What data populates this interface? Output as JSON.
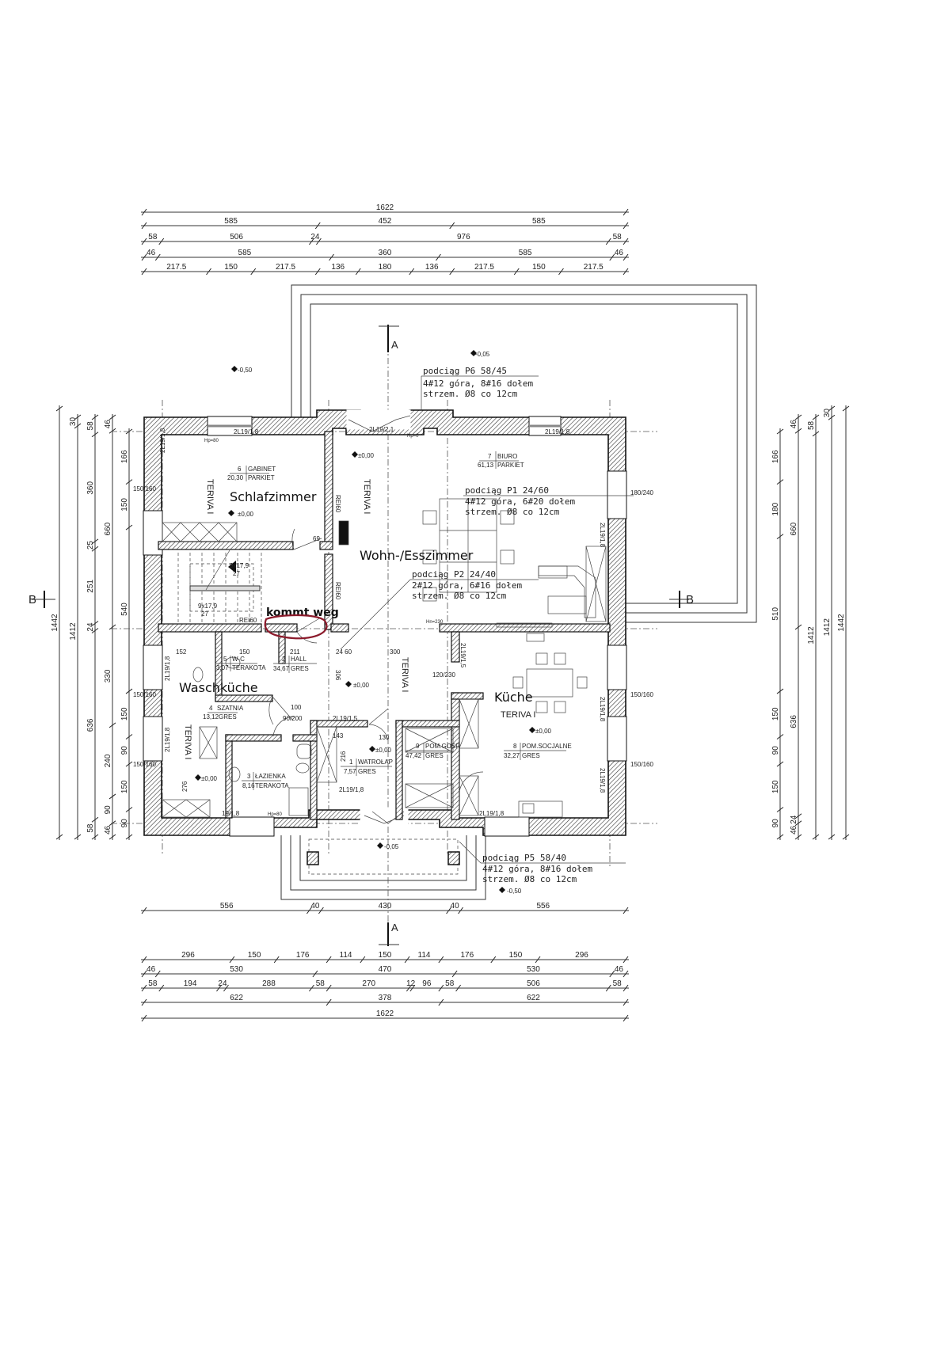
{
  "dimensions": {
    "top_rows": [
      [
        1622
      ],
      [
        585,
        452,
        585
      ],
      [
        58,
        506,
        24,
        976,
        58
      ],
      [
        46,
        585,
        360,
        585,
        46
      ],
      [
        217.5,
        150,
        217.5,
        136,
        180,
        136,
        217.5,
        150,
        217.5
      ]
    ],
    "bottom_rows": [
      [
        556,
        40,
        430,
        40,
        556
      ],
      [
        296,
        150,
        176,
        114,
        150,
        114,
        176,
        150,
        296
      ],
      [
        46,
        530,
        470,
        530,
        46
      ],
      [
        58,
        194,
        24,
        288,
        58,
        270,
        12,
        96,
        58,
        506,
        58
      ],
      [
        622,
        378,
        622
      ],
      [
        1622
      ]
    ],
    "left_cols": [
      [
        1442
      ],
      [
        30,
        1412
      ],
      [
        58,
        360,
        25,
        251,
        24,
        636,
        58
      ],
      [
        46,
        660,
        330,
        240,
        90,
        46
      ],
      [
        166,
        150,
        540,
        150,
        90,
        150,
        90
      ]
    ],
    "right_cols": [
      [
        166,
        180,
        510,
        150,
        90,
        150,
        90
      ],
      [
        46,
        660,
        636,
        24,
        46
      ],
      [
        58,
        1412
      ],
      [
        30,
        1412
      ],
      [
        1442
      ]
    ]
  },
  "rooms": [
    {
      "no": "6",
      "name": "GABINET",
      "area": "20,30",
      "floor": "PARKIET"
    },
    {
      "no": "7",
      "name": "BIURO",
      "area": "61,13",
      "floor": "PARKIET"
    },
    {
      "no": "5",
      "name": "W-C",
      "area": "3,07",
      "floor": "TERAKOTA"
    },
    {
      "no": "2",
      "name": "HALL",
      "area": "34,67",
      "floor": "GRES"
    },
    {
      "no": "4",
      "name": "SZATNIA",
      "area": "13,12",
      "floor": "GRES"
    },
    {
      "no": "3",
      "name": "ŁAZIENKA",
      "area": "8,16",
      "floor": "TERAKOTA"
    },
    {
      "no": "1",
      "name": "WATROŁAP",
      "area": "7,57",
      "floor": "GRES"
    },
    {
      "no": "9",
      "name": "POM.GOSP.",
      "area": "47,42",
      "floor": "GRES"
    },
    {
      "no": "8",
      "name": "POM.SOCJALNE",
      "area": "32,27",
      "floor": "GRES"
    }
  ],
  "handwritten_labels": {
    "schlafzimmer": "Schlafzimmer",
    "wohn": "Wohn-/Esszimmer",
    "kueche": "Küche",
    "waschkueche": "Waschküche",
    "kommt_weg": "kommt weg"
  },
  "beams": [
    {
      "title": "podciąg P6 58/45",
      "l1": "4#12 góra, 8#16 dołem",
      "l2": "strzem. Ø8 co 12cm"
    },
    {
      "title": "podciąg P1 24/60",
      "l1": "4#12 góra, 6#20 dołem",
      "l2": "strzem. Ø8 co 12cm"
    },
    {
      "title": "podciąg P2 24/40",
      "l1": "2#12 góra, 6#16 dołem",
      "l2": "strzem. Ø8 co 12cm"
    },
    {
      "title": "podciąg P5 58/40",
      "l1": "4#12 góra, 8#16 dołem",
      "l2": "strzem. Ø8 co 12cm"
    }
  ],
  "levels": {
    "zero": "±0,00",
    "m005": "-0,05",
    "m050": "-0,50"
  },
  "sections": {
    "a": "A",
    "b": "B"
  },
  "annotations": {
    "window_18": "2L19/1,8",
    "window_21": "2L19/2,1",
    "window_15": "2L19/1,5",
    "window_19": "19/1,8",
    "hp80": "Hp=80",
    "hp0": "Hp=0",
    "hn230": "Hn=230",
    "rei60": "REI60",
    "teriva": "TERIVA I",
    "stair1": "9x17,9",
    "stair2": "27",
    "d69": "69",
    "d90_200": "90/200",
    "w150_160": "150/160",
    "w180_240": "180/240",
    "w120_230": "120/230",
    "d300": "300",
    "d211": "211",
    "d152": "152",
    "d150": "150",
    "d100": "100",
    "d306": "306",
    "d143": "143",
    "d216": "216",
    "d276": "276",
    "d130": "130",
    "d24_60": "24 60"
  },
  "colors": {
    "ink": "#222222",
    "markup": "#8b1a2b"
  }
}
